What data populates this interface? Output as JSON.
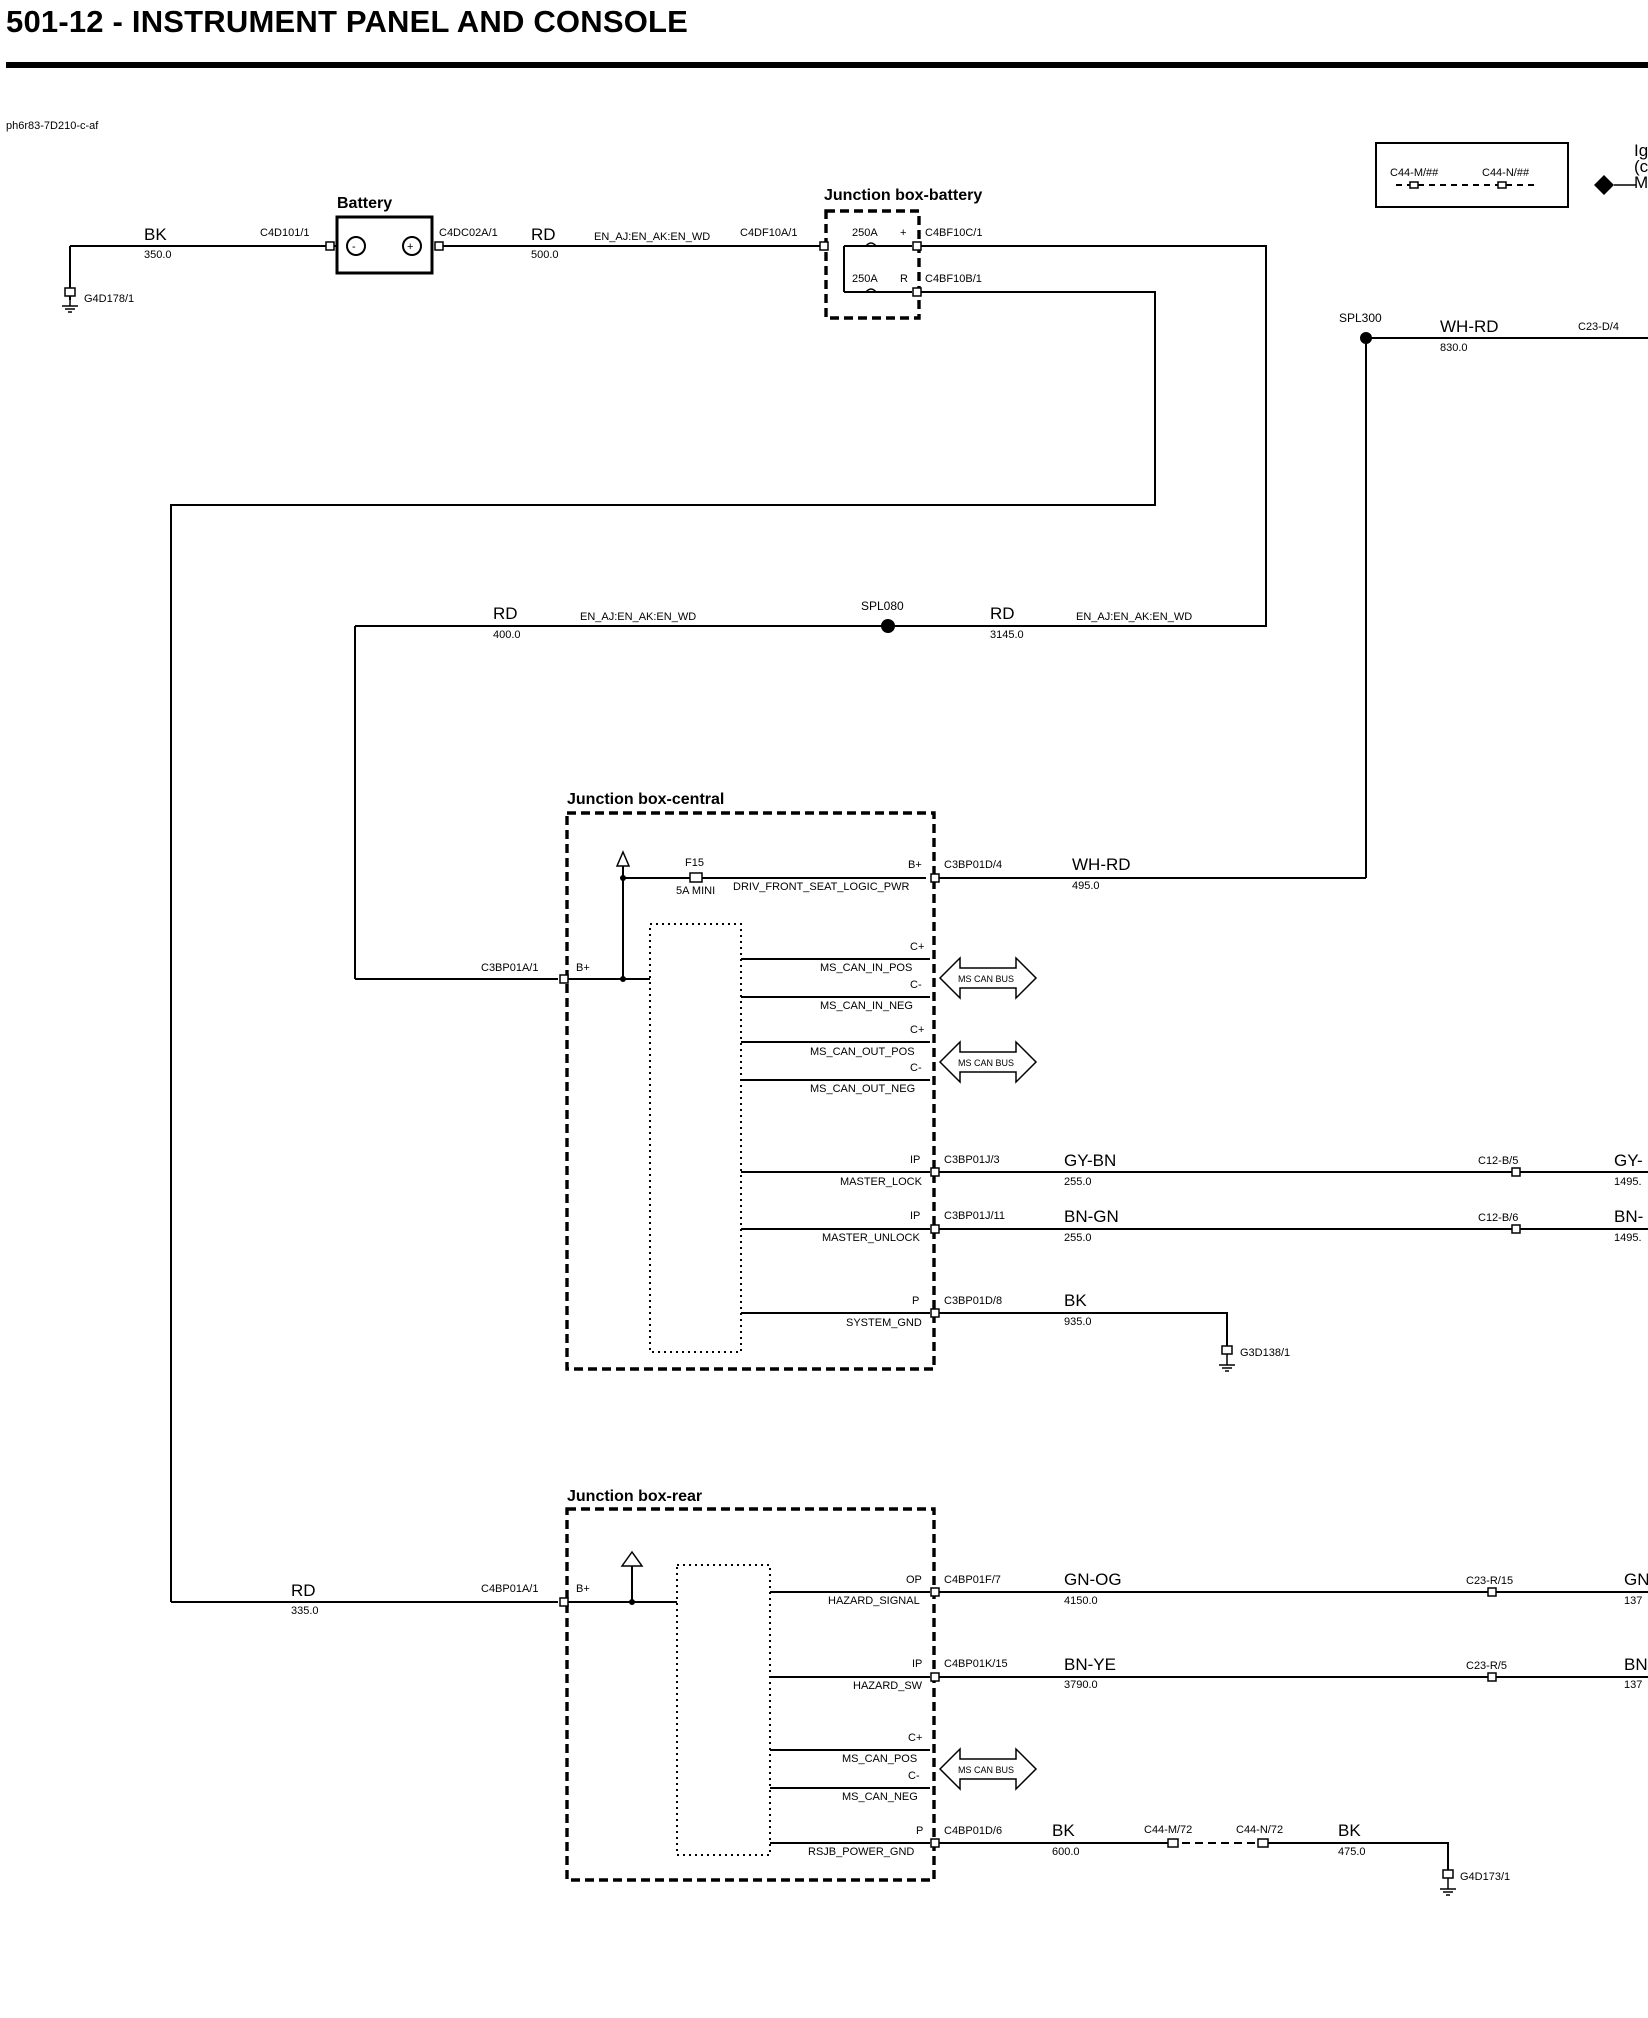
{
  "title": "501-12 - INSTRUMENT PANEL AND CONSOLE",
  "doc_ref": "ph6r83-7D210-c-af",
  "legend": {
    "left": "C44-M/##",
    "right": "C44-N/##"
  },
  "edge_text": [
    "Ig",
    "(c",
    "M"
  ],
  "battery": {
    "label": "Battery",
    "neg_symbol": "-",
    "pos_symbol": "+",
    "left_wire_color": "BK",
    "left_wire_size": "350.0",
    "left_connector": "C4D101/1",
    "ground": "G4D178/1",
    "right_connector": "C4DC02A/1",
    "right_wire_color": "RD",
    "right_wire_size": "500.0"
  },
  "harness_code": "EN_AJ:EN_AK:EN_WD",
  "jb_battery": {
    "label": "Junction box-battery",
    "in_connector": "C4DF10A/1",
    "fuse1": "250A",
    "fuse2": "250A",
    "pin1": "+",
    "pin2": "R",
    "out_connector1": "C4BF10C/1",
    "out_connector2": "C4BF10B/1"
  },
  "spl300": {
    "label": "SPL300",
    "wire_color": "WH-RD",
    "wire_size": "830.0",
    "connector": "C23-D/4"
  },
  "spl080": {
    "label": "SPL080",
    "left_color": "RD",
    "left_size": "400.0",
    "left_code": "EN_AJ:EN_AK:EN_WD",
    "right_color": "RD",
    "right_size": "3145.0",
    "right_code": "EN_AJ:EN_AK:EN_WD"
  },
  "jb_central": {
    "label": "Junction box-central",
    "fuse_name": "F15",
    "fuse_rating": "5A MINI",
    "bplus_pin": "B+",
    "bplus_signal": "DRIV_FRONT_SEAT_LOGIC_PWR",
    "bplus_connector": "C3BP01D/4",
    "bplus_color": "WH-RD",
    "bplus_size": "495.0",
    "in_connector": "C3BP01A/1",
    "in_pin": "B+",
    "can_bus_label": "MS CAN BUS",
    "can1": {
      "pos_pin": "C+",
      "pos_signal": "MS_CAN_IN_POS",
      "neg_pin": "C-",
      "neg_signal": "MS_CAN_IN_NEG"
    },
    "can2": {
      "pos_pin": "C+",
      "pos_signal": "MS_CAN_OUT_POS",
      "neg_pin": "C-",
      "neg_signal": "MS_CAN_OUT_NEG"
    },
    "lock": {
      "pin": "IP",
      "signal": "MASTER_LOCK",
      "connector": "C3BP01J/3",
      "color": "GY-BN",
      "size": "255.0",
      "far_connector": "C12-B/5",
      "edge_color": "GY-",
      "edge_size": "1495."
    },
    "unlock": {
      "pin": "IP",
      "signal": "MASTER_UNLOCK",
      "connector": "C3BP01J/11",
      "color": "BN-GN",
      "size": "255.0",
      "far_connector": "C12-B/6",
      "edge_color": "BN-",
      "edge_size": "1495."
    },
    "gnd": {
      "pin": "P",
      "signal": "SYSTEM_GND",
      "connector": "C3BP01D/8",
      "color": "BK",
      "size": "935.0",
      "ground": "G3D138/1"
    }
  },
  "jb_rear": {
    "label": "Junction box-rear",
    "feed_color": "RD",
    "feed_size": "335.0",
    "in_connector": "C4BP01A/1",
    "in_pin": "B+",
    "hazard_signal": {
      "pin": "OP",
      "signal": "HAZARD_SIGNAL",
      "connector": "C4BP01F/7",
      "color": "GN-OG",
      "size": "4150.0",
      "far_connector": "C23-R/15",
      "edge_color": "GN",
      "edge_size": "137"
    },
    "hazard_sw": {
      "pin": "IP",
      "signal": "HAZARD_SW",
      "connector": "C4BP01K/15",
      "color": "BN-YE",
      "size": "3790.0",
      "far_connector": "C23-R/5",
      "edge_color": "BN",
      "edge_size": "137"
    },
    "can_bus_label": "MS CAN BUS",
    "can": {
      "pos_pin": "C+",
      "pos_signal": "MS_CAN_POS",
      "neg_pin": "C-",
      "neg_signal": "MS_CAN_NEG"
    },
    "power_gnd": {
      "pin": "P",
      "signal": "RSJB_POWER_GND",
      "connector": "C4BP01D/6",
      "color": "BK",
      "size": "600.0",
      "inline1": "C44-M/72",
      "inline2": "C44-N/72",
      "color2": "BK",
      "size2": "475.0",
      "ground": "G4D173/1"
    }
  }
}
